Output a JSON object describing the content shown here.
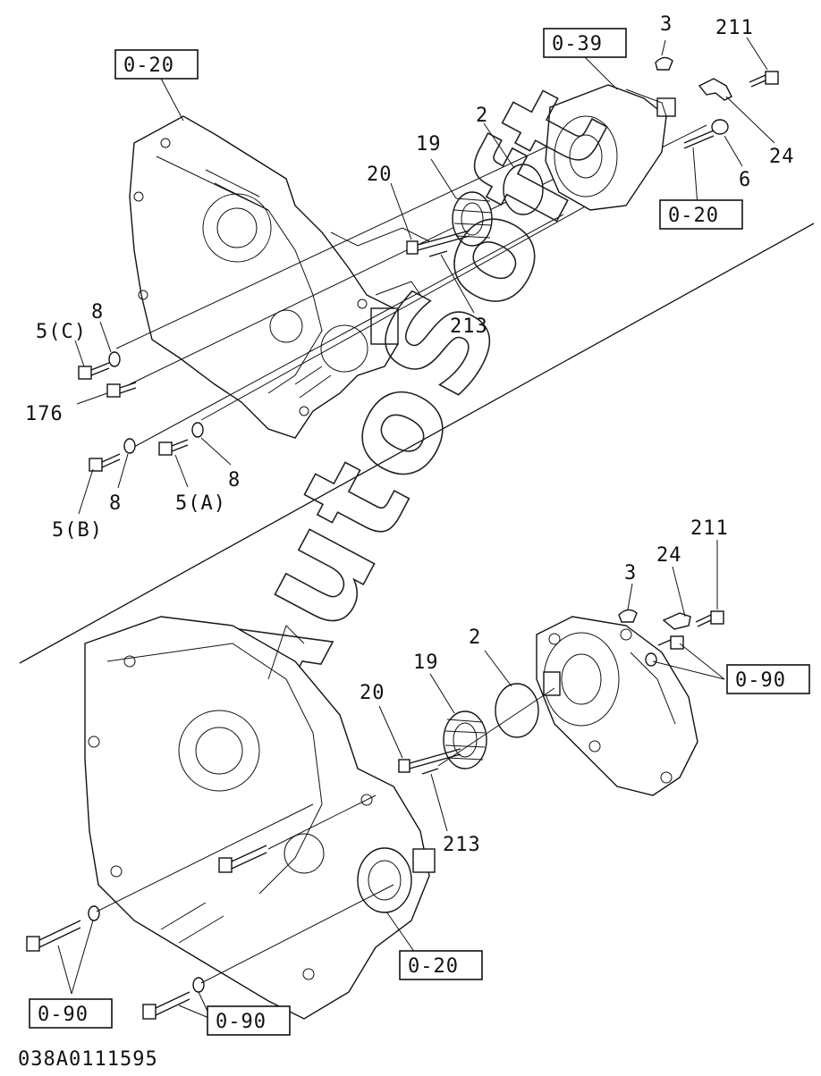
{
  "diagram": {
    "watermark": "AutoSoft",
    "drawing_code": "038A0111595",
    "upper": {
      "ref_boxes": [
        "0-20",
        "0-39",
        "0-20"
      ],
      "callouts": [
        "3",
        "211",
        "2",
        "19",
        "24",
        "20",
        "6",
        "8",
        "5(C)",
        "213",
        "176",
        "5(B)",
        "8",
        "5(A)",
        "8"
      ]
    },
    "lower": {
      "ref_boxes": [
        "0-90",
        "0-20",
        "0-90",
        "0-90"
      ],
      "callouts": [
        "211",
        "24",
        "3",
        "2",
        "19",
        "20",
        "213"
      ]
    }
  }
}
